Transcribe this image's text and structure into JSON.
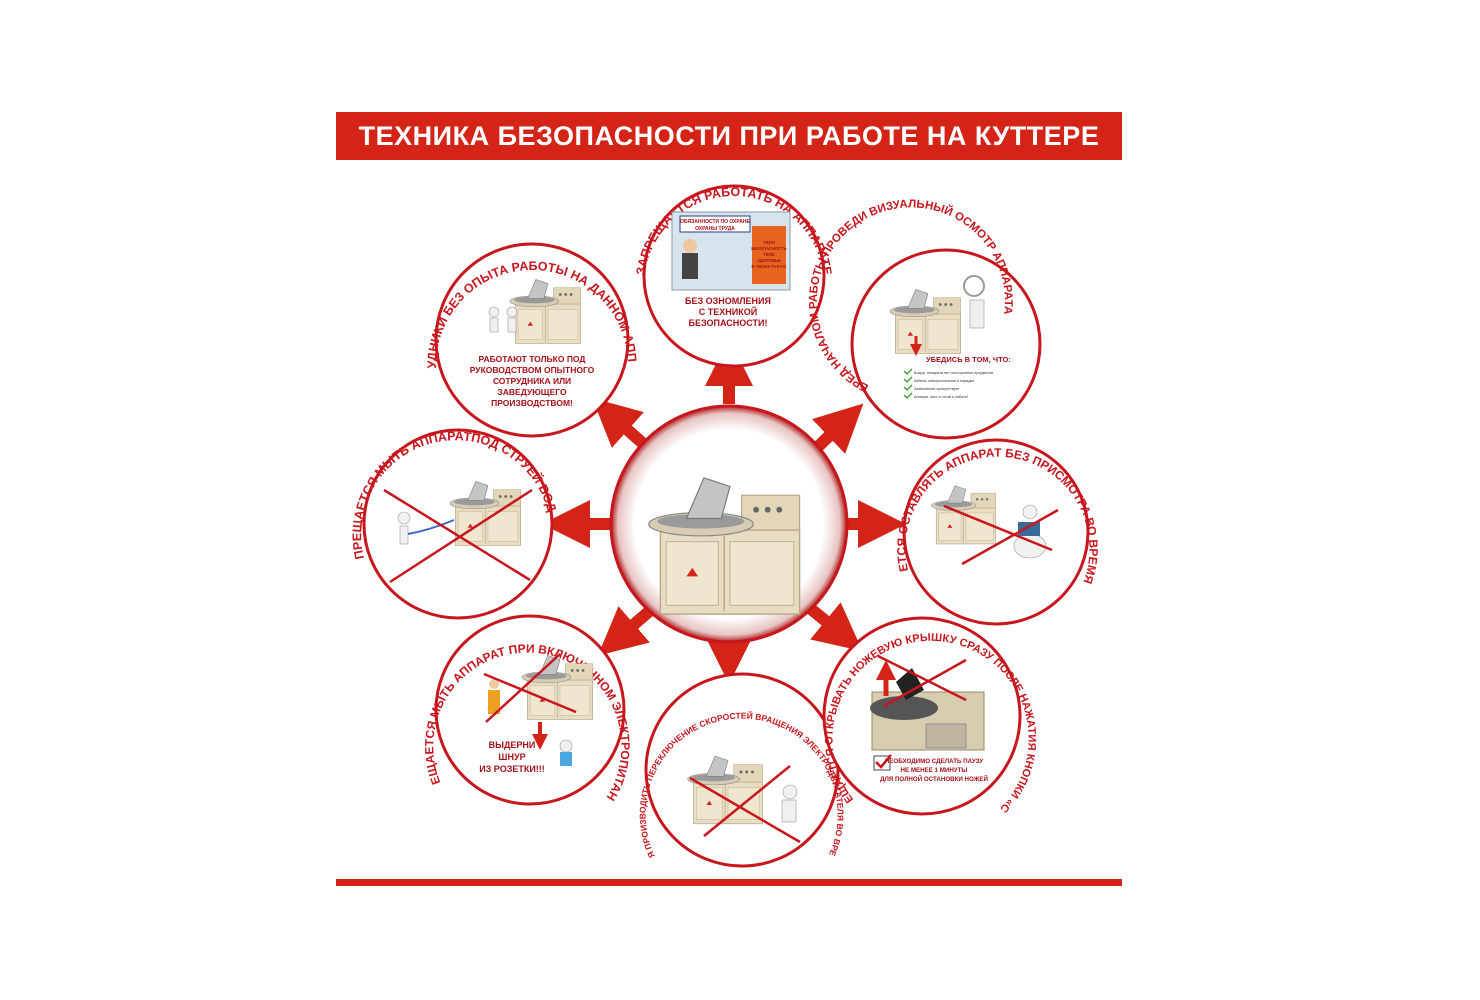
{
  "title": "ТЕХНИКА БЕЗОПАСНОСТИ ПРИ РАБОТЕ НА КУТТЕРЕ",
  "colors": {
    "red": "#d42418",
    "dark_red": "#a51118",
    "machine": "#e8dcc2"
  },
  "rules": [
    {
      "id": "top",
      "caption": "ЗАПРЕЩАЕТСЯ РАБОТАТЬ НА АППАРАТЕ",
      "inner": [
        "БЕЗ ОЗНОМЛЕНИЯ",
        "С ТЕХНИКОЙ",
        "БЕЗОПАСНОСТИ!"
      ],
      "board_line1": "ОБЯЗАННОСТИ ПО ОХРАНЕ",
      "board_line2": "ОХРАНЫ ТРУДА",
      "poster_text": [
        "ТВОЯ",
        "БЕЗОПАСНОСТЬ",
        "ТВОЕ",
        "ЗДОРОВЬЕ",
        "В ТВОИХ РУКАХ!"
      ]
    },
    {
      "id": "upper-left",
      "caption": "СОТРУДНИКИ БЕЗ ОПЫТА РАБОТЫ НА ДАННОМ АППАРАТЕ",
      "inner": [
        "РАБОТАЮТ ТОЛЬКО ПОД",
        "РУКОВОДСТВОМ ОПЫТНОГО",
        "СОТРУДНИКА ИЛИ",
        "ЗАВЕДУЮЩЕГО",
        "ПРОИЗВОДСТВОМ!"
      ]
    },
    {
      "id": "upper-right",
      "caption": "ПЕРЕД НАЧАЛОМ РАБОТЫ ПРОВЕДИ ВИЗУАЛЬНЫЙ ОСМОТР АППАРАТА!!!",
      "check_title": "УБЕДИСЬ В ТОМ, ЧТО:",
      "checks": [
        "Вокруг аппарата нет посторонних предметов",
        "Кабель электропитания в порядке",
        "Заземление присутствует",
        "Аппарат чист и готов к работе!"
      ]
    },
    {
      "id": "left",
      "caption": "ЗАПРЕЩАЕТСЯ МЫТЬ АППАРАТПОД СТРУЕЙ ВОДЫ!"
    },
    {
      "id": "right",
      "caption": "ЗАПРЕЩАЕТСЯ ОСТАВЛЯТЬ АППАРАТ БЕЗ ПРИСМОТРА ВО ВРЕМЯ РАБОТЫ!"
    },
    {
      "id": "lower-left",
      "caption": "ЗАПРЕЩАЕТСЯ МЫТЬ АППАРАТ ПРИ ВКЛЮЧЕННОМ ЭЛЕКТРОПИТАНИИ!!!",
      "inner": [
        "ВЫДЕРНИ",
        "ШНУР",
        "ИЗ РОЗЕТКИ!!!"
      ]
    },
    {
      "id": "bottom",
      "caption": "ЗАПРЕЩАЕТСЯ ПРОИЗВОДИТЬ ПЕРЕКЛЮЧЕНИЕ СКОРОСТЕЙ ВРАЩЕНИЯ ЭЛЕКТРОДВИГАТЕЛЯ ВО ВРЕМЯ РАБОТЫ!"
    },
    {
      "id": "lower-right",
      "caption": "ЗАПРЕЩАЕТСЯ ОТКРЫВАТЬ НОЖЕВУЮ КРЫШКУ СРАЗУ ПОСЛЕ НАЖАТИЯ КНОПКИ «СТОП»",
      "inner": [
        "НЕОБХОДИМО СДЕЛАТЬ ПАУЗУ",
        "НЕ МЕНЕЕ 1 МИНУТЫ",
        "ДЛЯ ПОЛНОЙ ОСТАНОВКИ НОЖЕЙ"
      ]
    }
  ]
}
